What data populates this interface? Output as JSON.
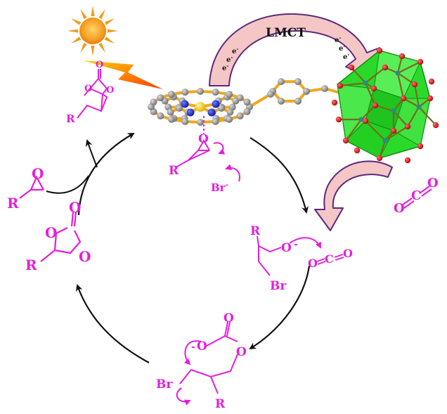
{
  "labels": {
    "lmct": "LMCT",
    "electron": "e",
    "electron_sup": "-",
    "bromide": "Br",
    "bromide_sup": "-",
    "oxygen": "O",
    "carbon": "C",
    "r_group": "R",
    "bromine": "Br",
    "alkoxide_charge": "-"
  },
  "colors": {
    "magenta": "#e21fdc",
    "porphyrin_bond": "#f0a81a",
    "carbon_atom": "#8a8a8a",
    "nitrogen_atom": "#1a2ad8",
    "metal_center": "#f2e22a",
    "cluster_green": "#2bd92b",
    "oxygen_atom": "#e01010",
    "arrow_fill": "#f4c6c6",
    "arrow_stroke": "#5a2a7a",
    "sun": "#f39a1b"
  }
}
